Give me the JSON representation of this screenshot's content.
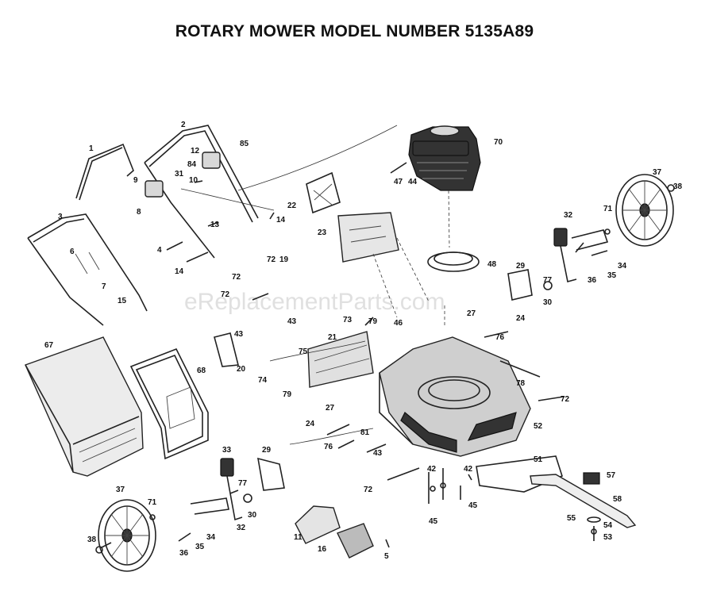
{
  "title": "ROTARY MOWER MODEL NUMBER 5135A89",
  "watermark": "eReplacementParts.com",
  "callouts": [
    "1",
    "2",
    "3",
    "4",
    "5",
    "6",
    "7",
    "8",
    "9",
    "10",
    "11",
    "12",
    "13",
    "14",
    "15",
    "16",
    "19",
    "20",
    "21",
    "22",
    "23",
    "24",
    "27",
    "29",
    "30",
    "31",
    "32",
    "33",
    "34",
    "35",
    "36",
    "37",
    "38",
    "42",
    "43",
    "44",
    "45",
    "46",
    "47",
    "48",
    "51",
    "52",
    "53",
    "54",
    "55",
    "57",
    "58",
    "67",
    "68",
    "70",
    "71",
    "72",
    "73",
    "74",
    "75",
    "76",
    "77",
    "78",
    "79",
    "81",
    "84",
    "85"
  ]
}
